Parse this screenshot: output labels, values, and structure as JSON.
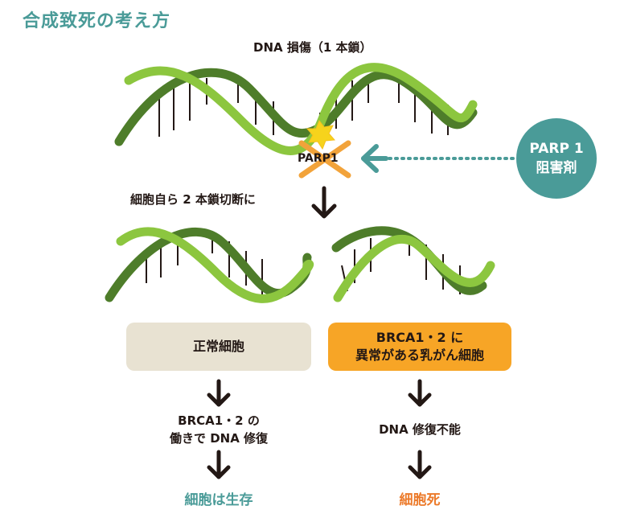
{
  "title": "合成致死の考え方",
  "damage_label": "DNA 損傷（1 本鎖）",
  "parp_label": "PARP1",
  "inhibitor": {
    "line1": "PARP 1",
    "line2": "阻害剤"
  },
  "cut_label": "細胞自ら 2 本鎖切断に",
  "normal_box": "正常細胞",
  "brca_box": {
    "line1": "BRCA1・2 に",
    "line2": "異常がある乳がん細胞"
  },
  "normal_step": {
    "line1": "BRCA1・2 の",
    "line2": "働きで DNA 修復"
  },
  "brca_step": "DNA 修復不能",
  "normal_result": "細胞は生存",
  "brca_result": "細胞死",
  "colors": {
    "teal": "#4a9b98",
    "orange": "#f7a526",
    "dark_green": "#4e7d2a",
    "light_green": "#8cc63f"
  }
}
